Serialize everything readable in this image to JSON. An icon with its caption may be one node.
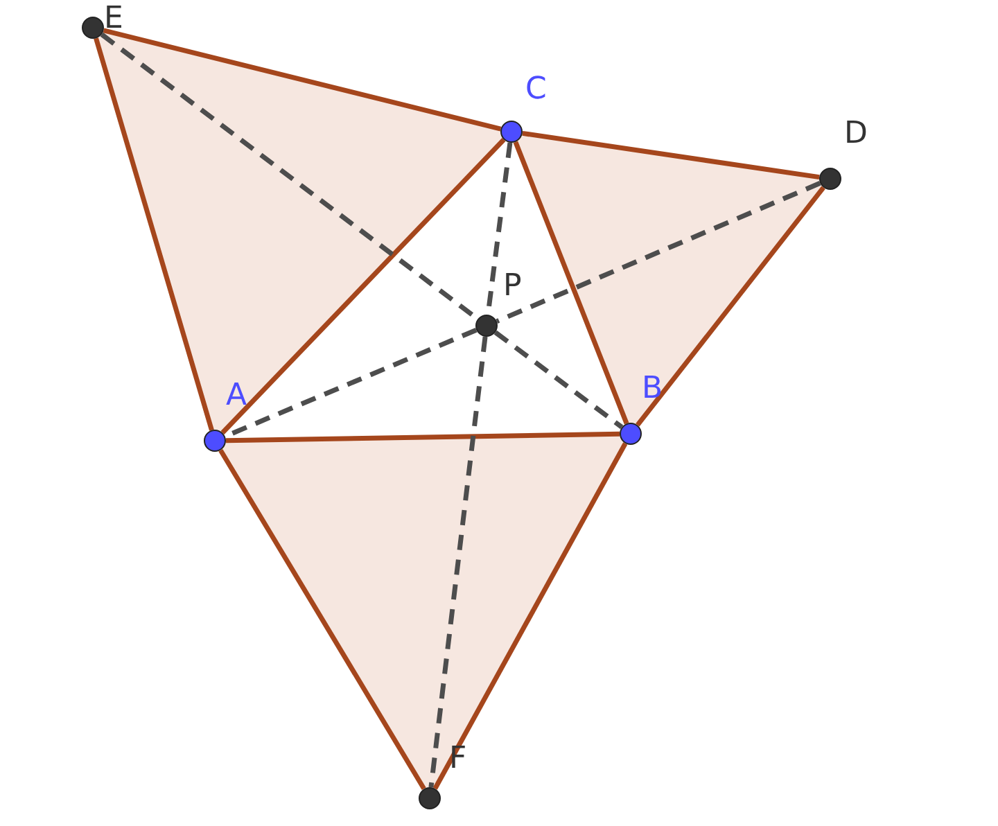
{
  "diagram": {
    "nodes": [
      {
        "text": [
          "E"
        ]
      },
      {
        "text": [
          "C"
        ]
      },
      {
        "text": [
          "D"
        ]
      },
      {
        "text": [
          "P"
        ]
      },
      {
        "text": [
          "A"
        ]
      },
      {
        "text": [
          "B"
        ]
      },
      {
        "text": [
          "F"
        ]
      }
    ],
    "edges": [
      {
        "from": 0,
        "to": 1,
        "arrow": "none"
      },
      {
        "from": 1,
        "to": 2,
        "arrow": "none"
      },
      {
        "from": 2,
        "to": 5,
        "arrow": "none"
      },
      {
        "from": 5,
        "to": 6,
        "arrow": "none"
      },
      {
        "from": 6,
        "to": 4,
        "arrow": "none"
      },
      {
        "from": 4,
        "to": 0,
        "arrow": "none"
      },
      {
        "from": 4,
        "to": 1,
        "arrow": "none"
      },
      {
        "from": 1,
        "to": 5,
        "arrow": "none"
      },
      {
        "from": 4,
        "to": 5,
        "arrow": "none"
      },
      {
        "from": 0,
        "to": 3,
        "arrow": "none",
        "style": "dashed",
        "color": "#4d4d4d"
      },
      {
        "from": 3,
        "to": 5,
        "arrow": "none",
        "style": "dashed",
        "color": "#4d4d4d"
      },
      {
        "from": 2,
        "to": 3,
        "arrow": "none",
        "style": "dashed",
        "color": "#4d4d4d"
      },
      {
        "from": 3,
        "to": 4,
        "arrow": "none",
        "style": "dashed",
        "color": "#4d4d4d"
      },
      {
        "from": 1,
        "to": 3,
        "arrow": "none",
        "style": "dashed",
        "color": "#4d4d4d"
      },
      {
        "from": 3,
        "to": 6,
        "arrow": "none",
        "style": "dashed",
        "color": "#4d4d4d"
      }
    ]
  }
}
